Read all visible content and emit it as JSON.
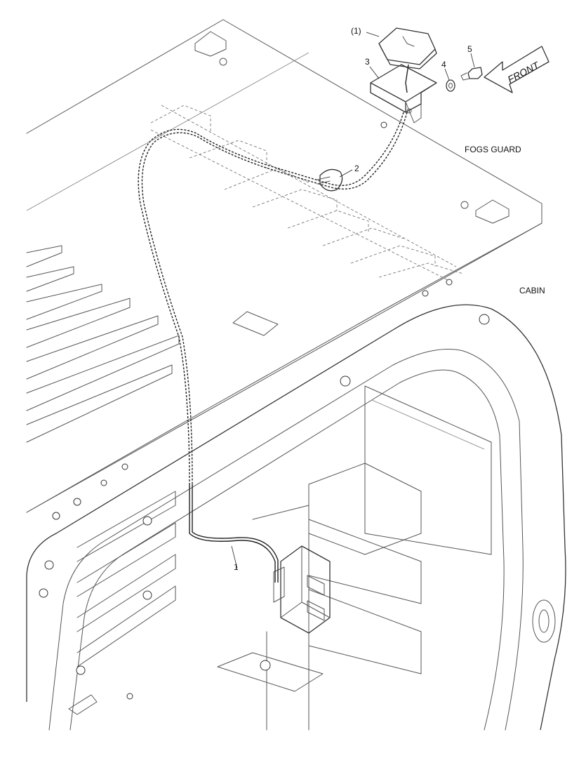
{
  "callouts": {
    "item_1_bracketed": "(1)",
    "item_1": "1",
    "item_2": "2",
    "item_3": "3",
    "item_4": "4",
    "item_5": "5"
  },
  "labels": {
    "fogs_guard": "FOGS GUARD",
    "cabin": "CABIN",
    "front_arrow": "FRONT"
  }
}
